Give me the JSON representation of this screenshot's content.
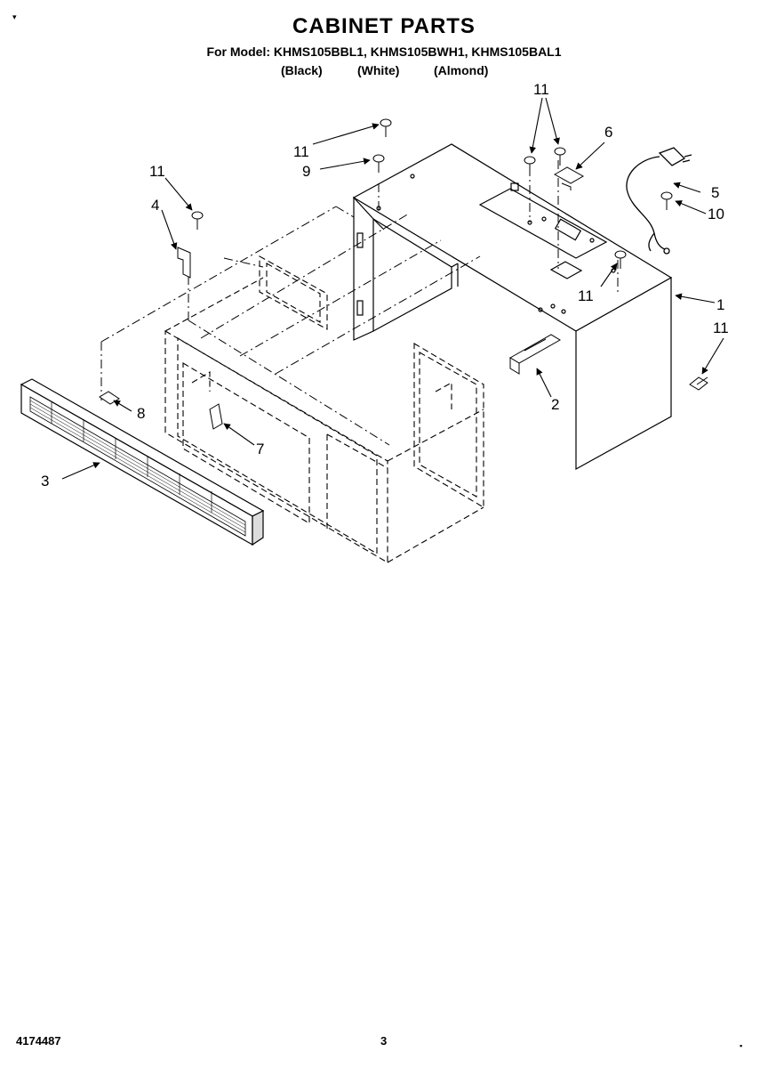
{
  "header": {
    "title": "CABINET PARTS",
    "models_line": "For Model: KHMS105BBL1, KHMS105BWH1, KHMS105BAL1",
    "colors": [
      "(Black)",
      "(White)",
      "(Almond)"
    ]
  },
  "callouts": [
    "1",
    "2",
    "3",
    "4",
    "5",
    "6",
    "7",
    "8",
    "9",
    "10",
    "11",
    "11",
    "11",
    "11",
    "11",
    "11"
  ],
  "footer": {
    "doc_number": "4174487",
    "page_number": "3"
  }
}
